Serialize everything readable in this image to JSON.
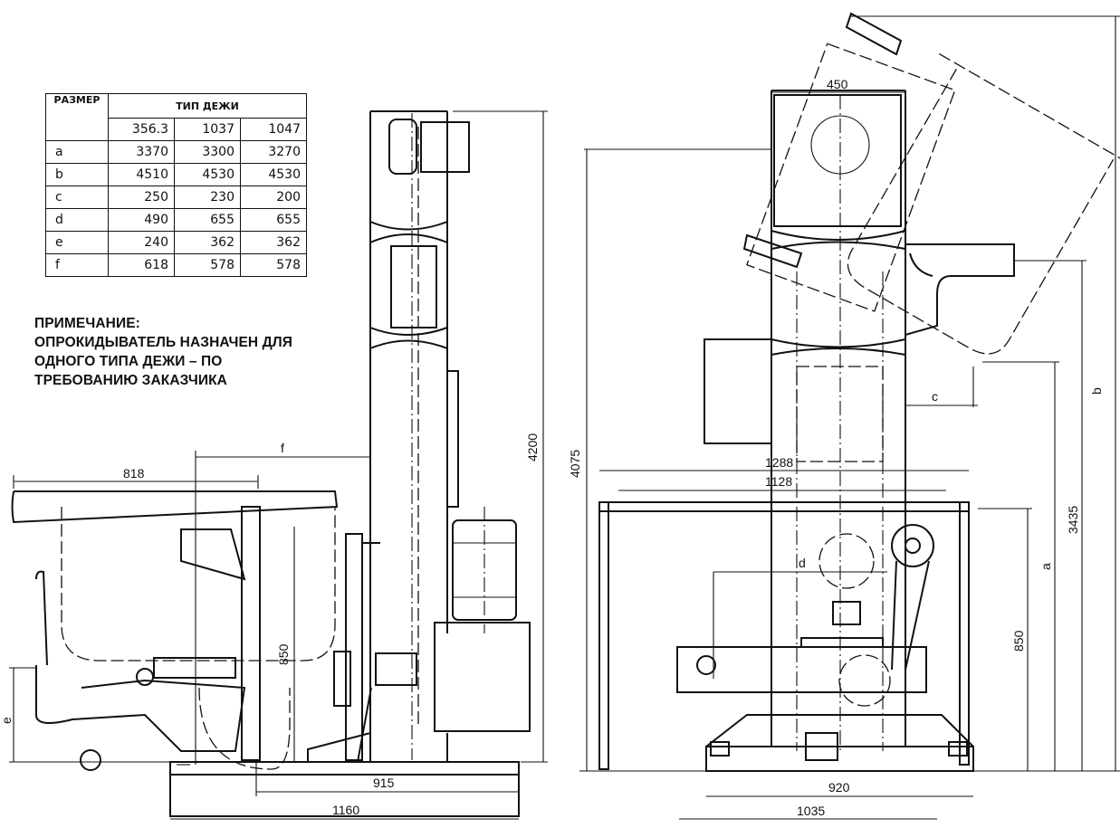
{
  "table": {
    "header_size": "РАЗМЕР",
    "header_type": "ТИП ДЕЖИ",
    "types": [
      "356.3",
      "1037",
      "1047"
    ],
    "rows": [
      {
        "label": "a",
        "values": [
          "3370",
          "3300",
          "3270"
        ]
      },
      {
        "label": "b",
        "values": [
          "4510",
          "4530",
          "4530"
        ]
      },
      {
        "label": "c",
        "values": [
          "250",
          "230",
          "200"
        ]
      },
      {
        "label": "d",
        "values": [
          "490",
          "655",
          "655"
        ]
      },
      {
        "label": "e",
        "values": [
          "240",
          "362",
          "362"
        ]
      },
      {
        "label": "f",
        "values": [
          "618",
          "578",
          "578"
        ]
      }
    ]
  },
  "note": {
    "line1": "ПРИМЕЧАНИЕ:",
    "line2": "ОПРОКИДЫВАТЕЛЬ НАЗНАЧЕН ДЛЯ",
    "line3": "ОДНОГО ТИПА ДЕЖИ – ПО",
    "line4": "ТРЕБОВАНИЮ ЗАКАЗЧИКА"
  },
  "side_view": {
    "dim_818": "818",
    "dim_f": "f",
    "dim_4200": "4200",
    "dim_850": "850",
    "dim_e": "e",
    "dim_915": "915",
    "dim_1160": "1160"
  },
  "front_view": {
    "dim_450": "450",
    "dim_4075": "4075",
    "dim_c": "c",
    "dim_b": "b",
    "dim_3435": "3435",
    "dim_a": "a",
    "dim_850": "850",
    "dim_1288": "1288",
    "dim_1128": "1128",
    "dim_d": "d",
    "dim_920": "920",
    "dim_1035": "1035"
  }
}
